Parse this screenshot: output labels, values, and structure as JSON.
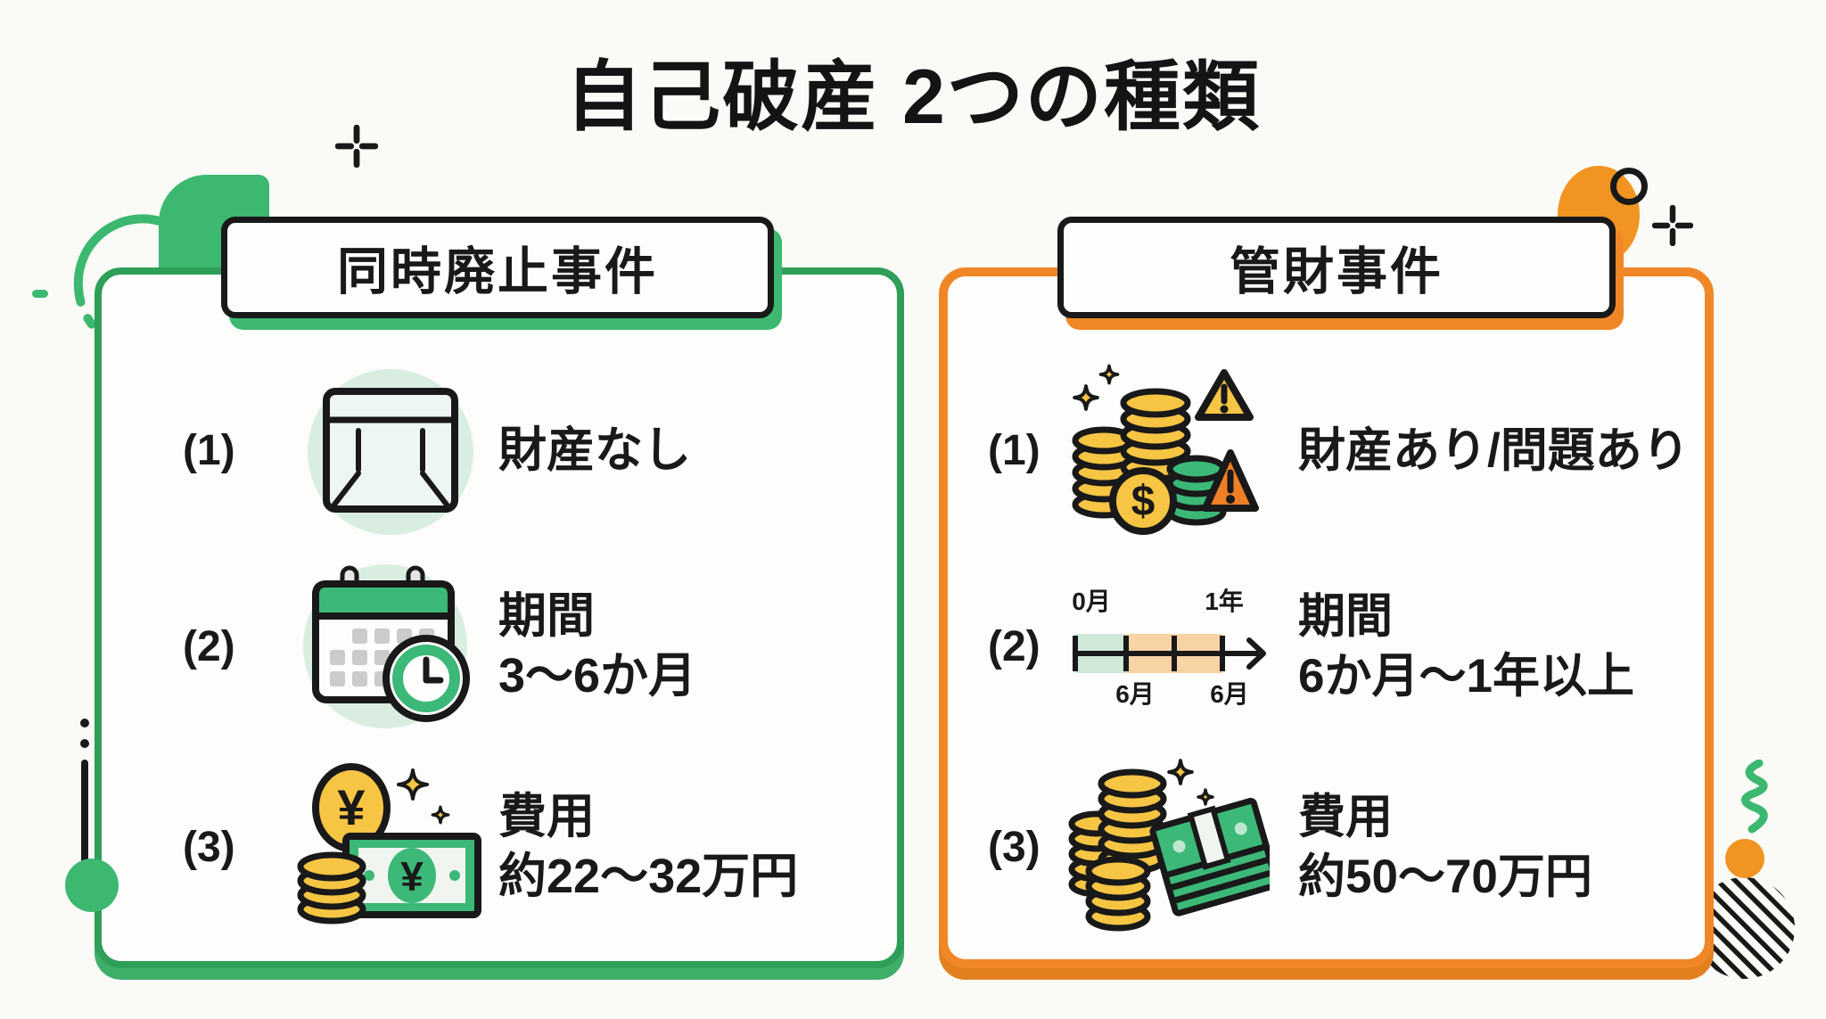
{
  "title": "自己破産 2つの種類",
  "left_panel": {
    "header": "同時廃止事件",
    "accent_color": "#2e9e58",
    "items": [
      {
        "num": "(1)",
        "icon": "empty-box-icon",
        "line1": "財産なし"
      },
      {
        "num": "(2)",
        "icon": "calendar-clock-icon",
        "line1": "期間",
        "line2": "3〜6か月"
      },
      {
        "num": "(3)",
        "icon": "yen-cash-icon",
        "line1": "費用",
        "line2": "約22〜32万円"
      }
    ]
  },
  "right_panel": {
    "header": "管財事件",
    "accent_color": "#f08727",
    "items": [
      {
        "num": "(1)",
        "icon": "coins-warning-icon",
        "line1": "財産あり/問題あり"
      },
      {
        "num": "(2)",
        "icon": "timeline-icon",
        "line1": "期間",
        "line2": "6か月〜1年以上"
      },
      {
        "num": "(3)",
        "icon": "coins-bills-icon",
        "line1": "費用",
        "line2": "約50〜70万円"
      }
    ]
  },
  "timeline": {
    "start_label": "0月",
    "end_label": "1年",
    "mid_label": "6月",
    "late_label": "6月"
  },
  "colors": {
    "green_border": "#2e9e58",
    "green_fill": "#3cb871",
    "green_light": "#d9eee1",
    "orange_border": "#f08727",
    "orange_light": "#f8d3a6",
    "coin_yellow": "#f6c544",
    "ink": "#191919",
    "background": "#fafaf7"
  }
}
